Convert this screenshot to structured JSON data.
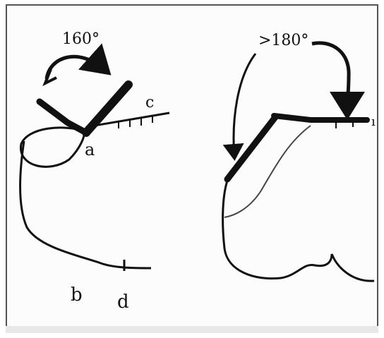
{
  "panels": [
    {
      "id": "left",
      "angle_label": "160°",
      "labels": {
        "a": "a",
        "b": "b",
        "c": "c",
        "d": "d"
      }
    },
    {
      "id": "right",
      "angle_label": ">180°",
      "end_mark": "ı"
    }
  ],
  "colors": {
    "ink": "#111111",
    "frame": "#555555",
    "background": "#fcfcfc"
  }
}
